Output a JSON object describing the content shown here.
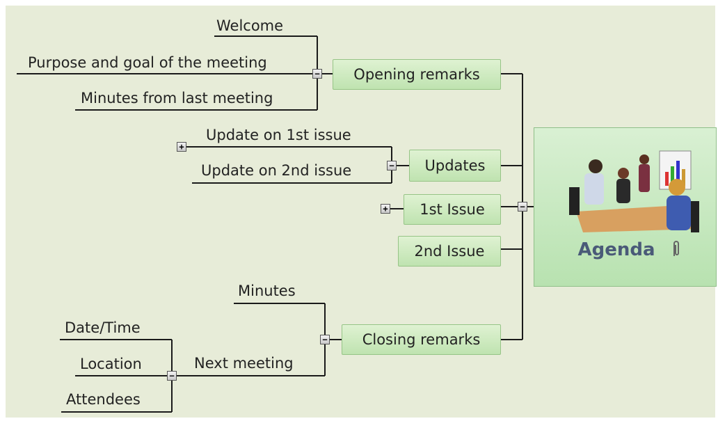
{
  "central": {
    "title": "Agenda",
    "image_icon": "meeting-clipart-icon",
    "attachment_icon": "paperclip-icon"
  },
  "topics": {
    "opening": "Opening remarks",
    "updates": "Updates",
    "issue1": "1st Issue",
    "issue2": "2nd Issue",
    "closing": "Closing remarks"
  },
  "subtopics": {
    "welcome": "Welcome",
    "purpose": "Purpose and goal of the meeting",
    "minutes_last": "Minutes from last meeting",
    "update1": "Update on 1st issue",
    "update2": "Update on 2nd issue",
    "minutes": "Minutes",
    "next_meeting": "Next meeting",
    "date_time": "Date/Time",
    "location": "Location",
    "attendees": "Attendees"
  },
  "toggles": {
    "collapse": "−",
    "expand": "+"
  },
  "colors": {
    "background": "#e7ecd8",
    "topic_fill": "#c8e8ba",
    "central_title": "#4a5a78"
  }
}
